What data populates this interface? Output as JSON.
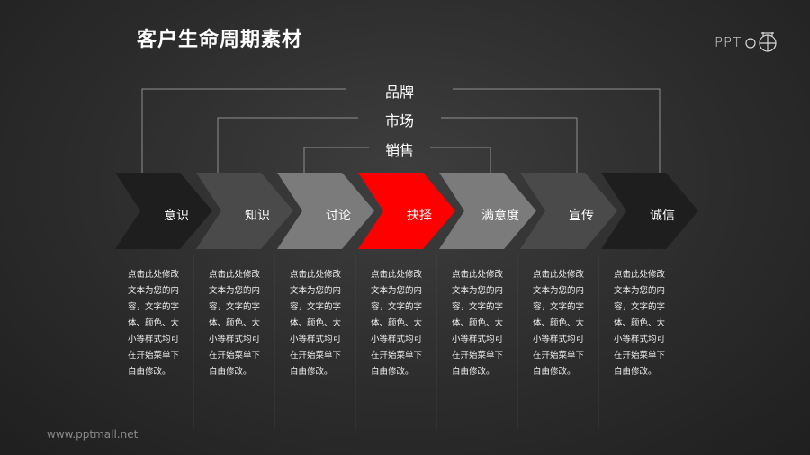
{
  "title": "客户生命周期素材",
  "logo": {
    "text": "PPT",
    "icon": "ppt-mall-logo-icon"
  },
  "levels": [
    {
      "label": "品牌"
    },
    {
      "label": "市场"
    },
    {
      "label": "销售"
    }
  ],
  "stages": [
    {
      "label": "意识",
      "color": "#1e1e1e"
    },
    {
      "label": "知识",
      "color": "#4a4a4a"
    },
    {
      "label": "讨论",
      "color": "#7b7b7b"
    },
    {
      "label": "抉择",
      "color": "#ff0000"
    },
    {
      "label": "满意度",
      "color": "#7b7b7b"
    },
    {
      "label": "宣传",
      "color": "#4a4a4a"
    },
    {
      "label": "诚信",
      "color": "#1e1e1e"
    }
  ],
  "description": "点击此处修改文本为您的内容，文字的字体、颜色、大小等样式均可在开始菜单下自由修改。",
  "footer": "www.pptmall.net",
  "colors": {
    "accent": "#ff0000",
    "connector": "#9a9a9a"
  }
}
